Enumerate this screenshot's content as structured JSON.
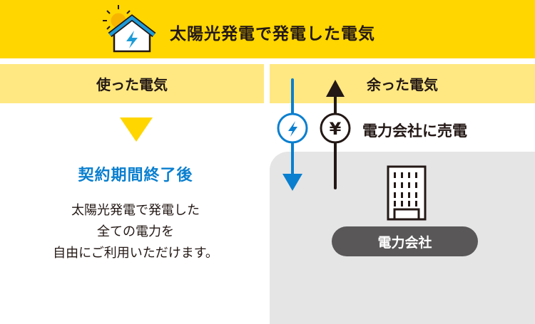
{
  "header": {
    "title": "太陽光発電で発電した電気",
    "icon": "solar-house-icon"
  },
  "left": {
    "label": "使った電気",
    "heading": "契約期間終了後",
    "lines": [
      "太陽光発電で発電した",
      "全ての電力を",
      "自由にご利用いただけます。"
    ]
  },
  "right": {
    "label": "余った電気",
    "sell_label": "電力会社に売電",
    "company_label": "電力会社"
  },
  "colors": {
    "yellow": "#FFD600",
    "light_yellow": "#FFE882",
    "blue": "#0A7FCF",
    "gray": "#E5E5E5",
    "dark": "#231815"
  }
}
